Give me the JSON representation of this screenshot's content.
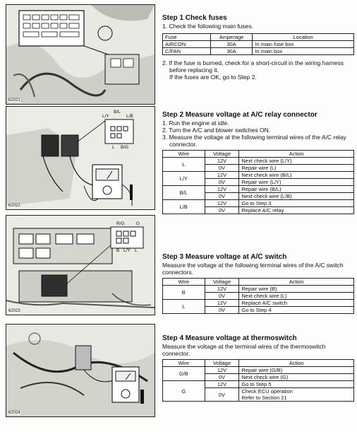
{
  "figures": {
    "fig1": {
      "code": "62021"
    },
    "fig2": {
      "code": "62022",
      "pins": [
        "B/L",
        "L/Y",
        "L/B",
        "L",
        "B/G"
      ]
    },
    "fig3": {
      "code": "62023",
      "pins": [
        "R/G",
        "G",
        "B",
        "L/Y",
        "L"
      ]
    },
    "fig4": {
      "code": "62024"
    }
  },
  "step1": {
    "title": "Step 1 Check fuses",
    "instruction": "1. Check the following main fuses.",
    "headers": [
      "Fuse",
      "Amperage",
      "Location"
    ],
    "rows": [
      {
        "fuse": "AIRCON",
        "amp": "30A",
        "loc": "In main fuse box"
      },
      {
        "fuse": "C/FAN",
        "amp": "30A",
        "loc": "In main box"
      }
    ],
    "note_line1": "2. If the fuse is burned, check for a short-circuit in the wiring harness before replacing it.",
    "note_line2": "If the fuses are OK, go to Step 2."
  },
  "step2": {
    "title": "Step 2 Measure voltage at A/C relay connector",
    "items": [
      "1. Run the engine at idle.",
      "2. Turn the A/C and blower switches ON.",
      "3. Measure the voltage at the following terminal wires of the A/C relay connector."
    ],
    "headers": [
      "Wire",
      "Voltage",
      "Action"
    ],
    "groups": [
      {
        "wire": "L",
        "rows": [
          {
            "v": "12V",
            "a": "Next check wire (L/Y)"
          },
          {
            "v": "0V",
            "a": "Repair wire (L)"
          }
        ]
      },
      {
        "wire": "L/Y",
        "rows": [
          {
            "v": "12V",
            "a": "Next check wire (B/L)"
          },
          {
            "v": "0V",
            "a": "Repair wire (L/Y)"
          }
        ]
      },
      {
        "wire": "B/L",
        "rows": [
          {
            "v": "12V",
            "a": "Repair wire (B/L)"
          },
          {
            "v": "0V",
            "a": "Next check wire (L/B)"
          }
        ]
      },
      {
        "wire": "L/B",
        "rows": [
          {
            "v": "12V",
            "a": "Go to Step 3"
          },
          {
            "v": "0V",
            "a": "Replace A/C relay"
          }
        ]
      }
    ]
  },
  "step3": {
    "title": "Step 3 Measure voltage at A/C switch",
    "instruction": "Measure the voltage at the following terminal wires of the A/C switch connectors.",
    "headers": [
      "Wire",
      "Voltage",
      "Action"
    ],
    "groups": [
      {
        "wire": "B",
        "rows": [
          {
            "v": "12V",
            "a": "Repair wire (B)"
          },
          {
            "v": "0V",
            "a": "Next check wire (L)"
          }
        ]
      },
      {
        "wire": "L",
        "rows": [
          {
            "v": "12V",
            "a": "Replace A/C switch"
          },
          {
            "v": "0V",
            "a": "Go to Step 4"
          }
        ]
      }
    ]
  },
  "step4": {
    "title": "Step 4 Measure voltage at thermoswitch",
    "instruction": "Measure the voltage at the terminal wires of the thermoswitch connector.",
    "headers": [
      "Wire",
      "Voltage",
      "Action"
    ],
    "groups": [
      {
        "wire": "G/B",
        "rows": [
          {
            "v": "12V",
            "a": "Repair wire (G/B)"
          },
          {
            "v": "0V",
            "a": "Next check wire (G)"
          }
        ]
      },
      {
        "wire": "G",
        "rows": [
          {
            "v": "12V",
            "a": "Go to Step 5"
          },
          {
            "v": "0V",
            "a": "Check ECU operation",
            "a2": "Refer to Section 21"
          }
        ]
      }
    ]
  }
}
